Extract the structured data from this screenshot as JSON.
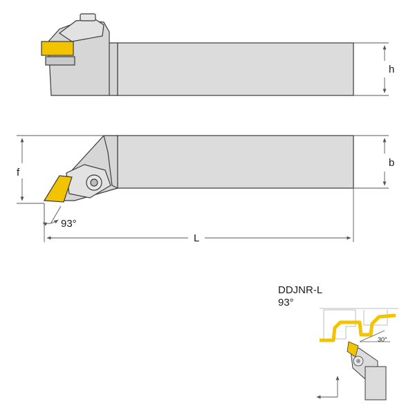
{
  "dimensions": {
    "height": "h",
    "width": "b",
    "offset": "f",
    "length": "L",
    "side_angle": "93°"
  },
  "product": {
    "code": "DDJNR-L",
    "angle": "93°",
    "detail_angle": "30°"
  },
  "colors": {
    "shank": "#dcdcdc",
    "shank_dark": "#c7c7c7",
    "insert": "#f2c300",
    "outline": "#3a3a3a",
    "dimension_line": "#555555"
  }
}
